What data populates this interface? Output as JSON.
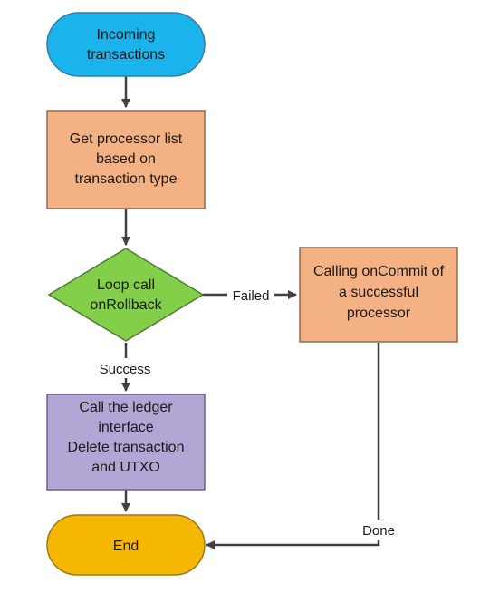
{
  "nodes": {
    "start": {
      "lines": [
        "Incoming",
        "transactions"
      ],
      "fill": "#1bb3ec",
      "stroke": "#3a7aa3"
    },
    "get_processor": {
      "lines": [
        "Get processor list",
        "based on",
        "transaction type"
      ],
      "fill": "#f4b183",
      "stroke": "#8c6a55"
    },
    "loop_rollback": {
      "lines": [
        "Loop call",
        "onRollback"
      ],
      "fill": "#84cf4a",
      "stroke": "#4f7a35"
    },
    "ledger": {
      "lines": [
        "Call the ledger",
        "interface",
        "Delete transaction",
        "and UTXO"
      ],
      "fill": "#b4a6d4",
      "stroke": "#6b6090"
    },
    "commit": {
      "lines": [
        "Calling onCommit of",
        "a successful",
        "processor"
      ],
      "fill": "#f4b183",
      "stroke": "#8c6a55"
    },
    "end": {
      "lines": [
        "End"
      ],
      "fill": "#f5b700",
      "stroke": "#9a7a1a"
    }
  },
  "edges": {
    "failed": "Failed",
    "success": "Success",
    "done": "Done"
  },
  "colors": {
    "arrow": "#404040"
  }
}
